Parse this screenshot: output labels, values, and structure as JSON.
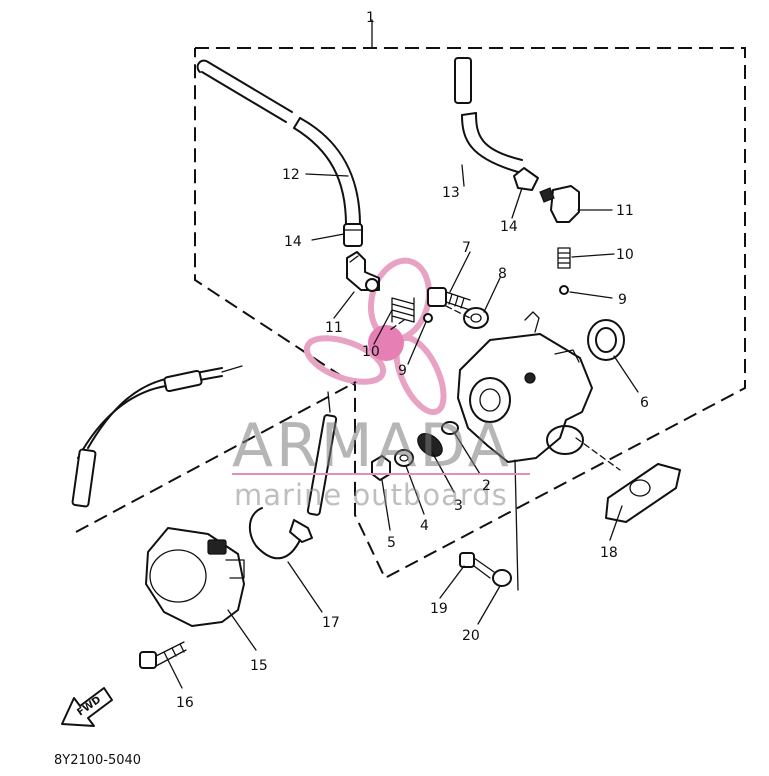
{
  "diagram": {
    "assembly_callout": "1",
    "part_code": "8Y2100-5040",
    "front_arrow_label": "FWD",
    "callouts": [
      {
        "id": "c1",
        "text": "1"
      },
      {
        "id": "c2",
        "text": "2"
      },
      {
        "id": "c3",
        "text": "3"
      },
      {
        "id": "c4",
        "text": "4"
      },
      {
        "id": "c5",
        "text": "5"
      },
      {
        "id": "c6",
        "text": "6"
      },
      {
        "id": "c7",
        "text": "7"
      },
      {
        "id": "c8",
        "text": "8"
      },
      {
        "id": "c9a",
        "text": "9"
      },
      {
        "id": "c9b",
        "text": "9"
      },
      {
        "id": "c10a",
        "text": "10"
      },
      {
        "id": "c10b",
        "text": "10"
      },
      {
        "id": "c11a",
        "text": "11"
      },
      {
        "id": "c11b",
        "text": "11"
      },
      {
        "id": "c12",
        "text": "12"
      },
      {
        "id": "c13",
        "text": "13"
      },
      {
        "id": "c14a",
        "text": "14"
      },
      {
        "id": "c14b",
        "text": "14"
      },
      {
        "id": "c15",
        "text": "15"
      },
      {
        "id": "c16",
        "text": "16"
      },
      {
        "id": "c17",
        "text": "17"
      },
      {
        "id": "c18",
        "text": "18"
      },
      {
        "id": "c19",
        "text": "19"
      },
      {
        "id": "c20",
        "text": "20"
      }
    ]
  },
  "watermark": {
    "brand": "ARMADA",
    "tagline": "marine outboards",
    "colors": {
      "logo_pink": "#e8a3c4",
      "logo_center": "#e57fb4",
      "text_gray": "#8a8a8a",
      "rule_pink": "#e58fb8"
    }
  }
}
